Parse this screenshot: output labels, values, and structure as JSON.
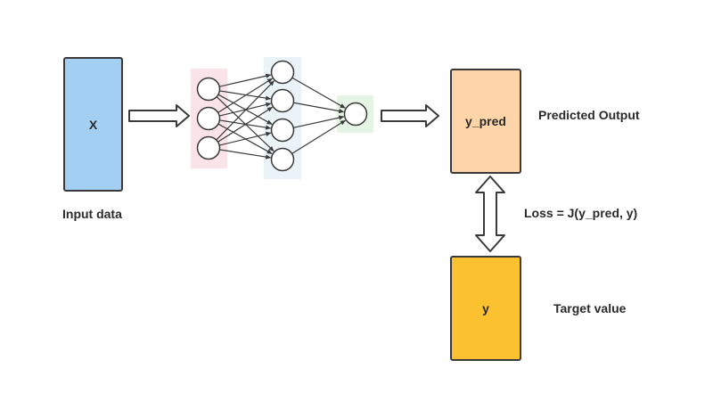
{
  "input_box": {
    "label": "X",
    "color": "#a3cff2"
  },
  "input_caption": "Input data",
  "network": {
    "layers": [
      3,
      4,
      1
    ],
    "layer_colors": [
      "#fbe3ea",
      "#eaf4f8",
      "#e6f4e6"
    ]
  },
  "pred_box": {
    "label": "y_pred",
    "color": "#fdd5a8"
  },
  "pred_caption": "Predicted Output",
  "loss_caption": "Loss = J(y_pred, y)",
  "target_box": {
    "label": "y",
    "color": "#fbc12e"
  },
  "target_caption": "Target value",
  "colors": {
    "stroke": "#3a3a3a",
    "text": "#2a2a2a"
  }
}
